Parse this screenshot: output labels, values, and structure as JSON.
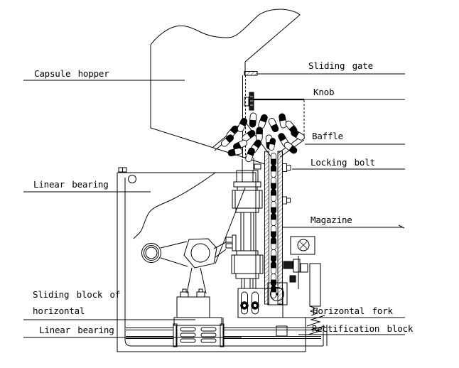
{
  "labels": {
    "capsule_hopper": "Capsule hopper",
    "linear_bearing_upper": "Linear bearing",
    "sliding_block_line1": "Sliding block of",
    "sliding_block_line2": "horizontal",
    "linear_bearing_lower": "Linear bearing",
    "sliding_gate": "Sliding gate",
    "knob": "Knob",
    "baffle": "Baffle",
    "locking_bolt": "Locking bolt",
    "magazine": "Magazine",
    "horizontal_fork": "Horizontal fork",
    "rectification_block": "Rectification block"
  },
  "colors": {
    "line": "#000000",
    "background": "#ffffff",
    "capsule_dark": "#000000"
  }
}
